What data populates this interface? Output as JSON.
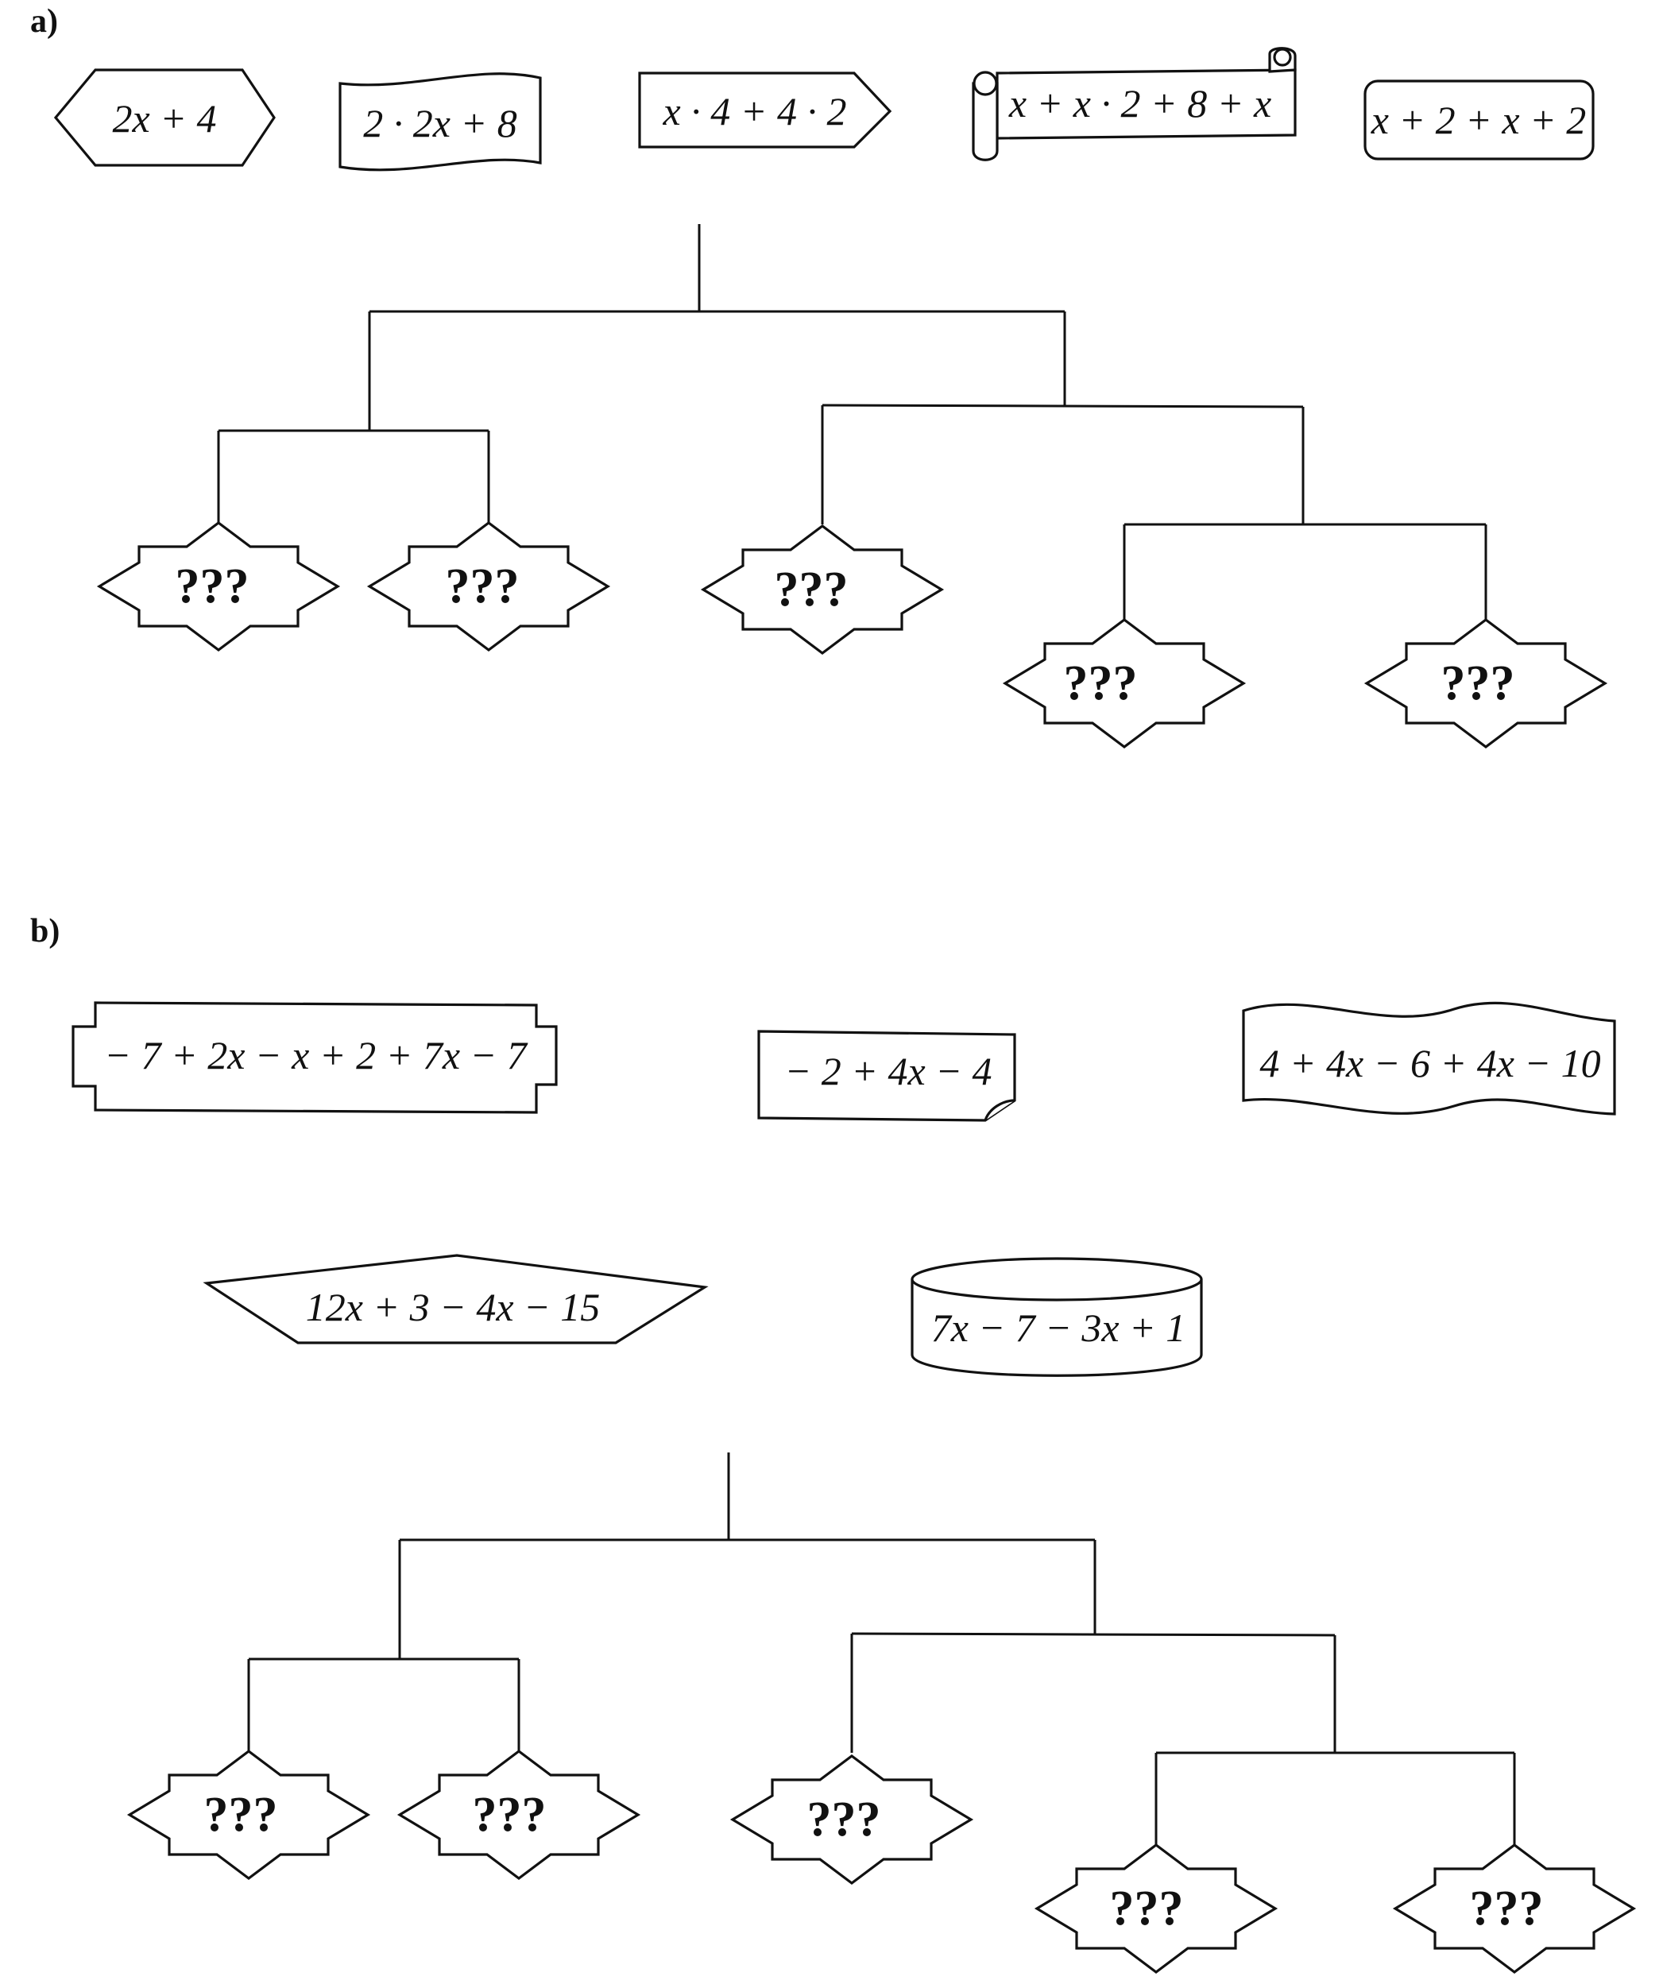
{
  "part_a": {
    "label": "a)",
    "expressions": [
      "2x + 4",
      "2 · 2x + 8",
      "x · 4 + 4 · 2",
      "x + x · 2 + 8 + x",
      "x + 2 + x + 2"
    ],
    "answers": [
      "???",
      "???",
      "???",
      "???",
      "???"
    ]
  },
  "part_b": {
    "label": "b)",
    "expressions": [
      "− 7 + 2x − x + 2 + 7x − 7",
      "− 2 + 4x − 4",
      "4 + 4x − 6 + 4x − 10",
      "12x + 3 − 4x − 15",
      "7x − 7 − 3x + 1"
    ],
    "answers": [
      "???",
      "???",
      "???",
      "???",
      "???"
    ]
  }
}
